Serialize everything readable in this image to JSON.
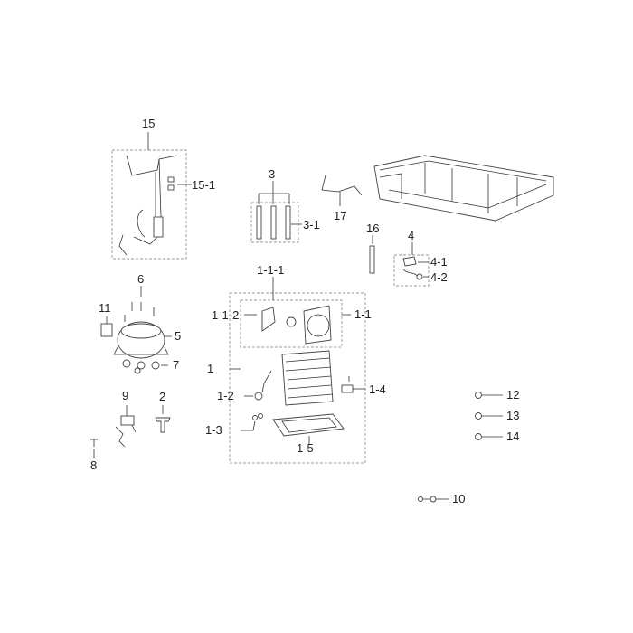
{
  "labels": {
    "l15": "15",
    "l15_1": "15-1",
    "l3": "3",
    "l3_1": "3-1",
    "l17": "17",
    "l16": "16",
    "l4": "4",
    "l4_1": "4-1",
    "l4_2": "4-2",
    "l6": "6",
    "l11": "11",
    "l5": "5",
    "l7": "7",
    "l1_1_1": "1-1-1",
    "l1_1_2": "1-1-2",
    "l1_1": "1-1",
    "l1": "1",
    "l1_2": "1-2",
    "l1_3": "1-3",
    "l1_4": "1-4",
    "l1_5": "1-5",
    "l9": "9",
    "l2": "2",
    "l8": "8",
    "l12": "12",
    "l13": "13",
    "l14": "14",
    "l10": "10"
  }
}
